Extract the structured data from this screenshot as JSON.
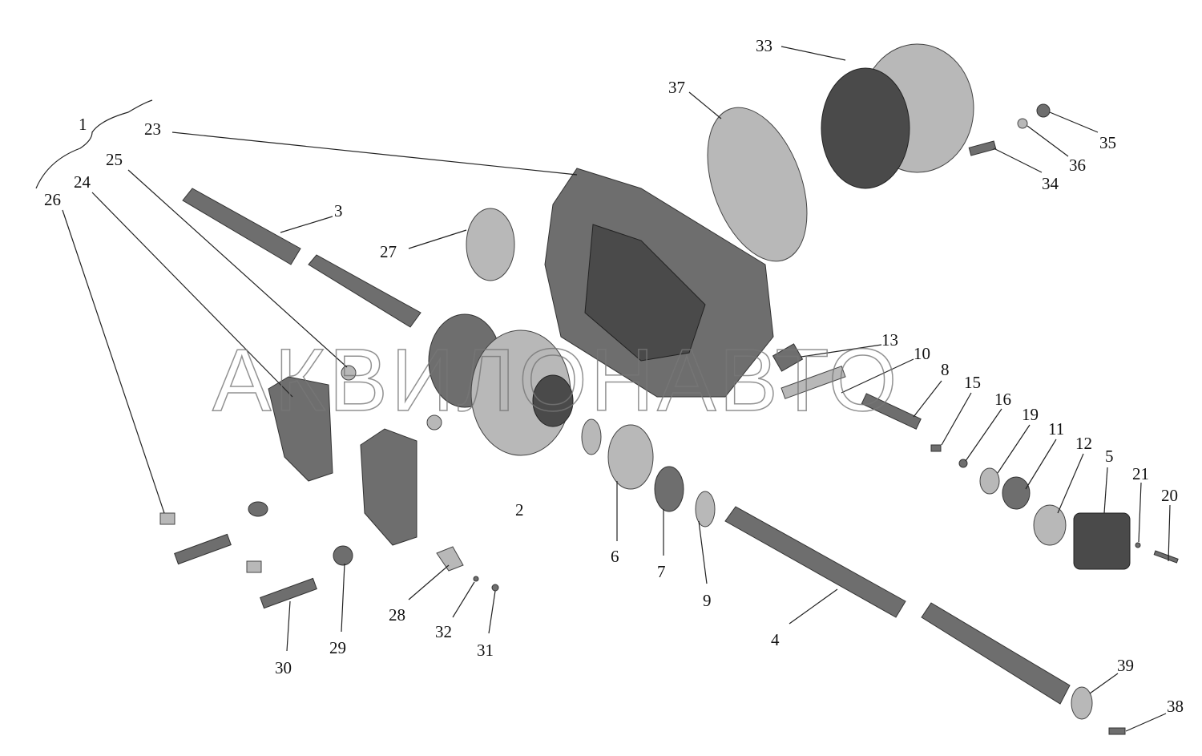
{
  "watermark": "АКВИЛОНАВТО",
  "labels": {
    "p1": "1",
    "p2": "2",
    "p3": "3",
    "p4": "4",
    "p5": "5",
    "p6": "6",
    "p7": "7",
    "p8": "8",
    "p9": "9",
    "p10": "10",
    "p11": "11",
    "p12": "12",
    "p13": "13",
    "p15": "15",
    "p16": "16",
    "p19": "19",
    "p20": "20",
    "p21": "21",
    "p23": "23",
    "p24": "24",
    "p25": "25",
    "p26": "26",
    "p27": "27",
    "p28": "28",
    "p29": "29",
    "p30": "30",
    "p31": "31",
    "p32": "32",
    "p33": "33",
    "p34": "34",
    "p35": "35",
    "p36": "36",
    "p37": "37",
    "p38": "38",
    "p39": "39"
  }
}
